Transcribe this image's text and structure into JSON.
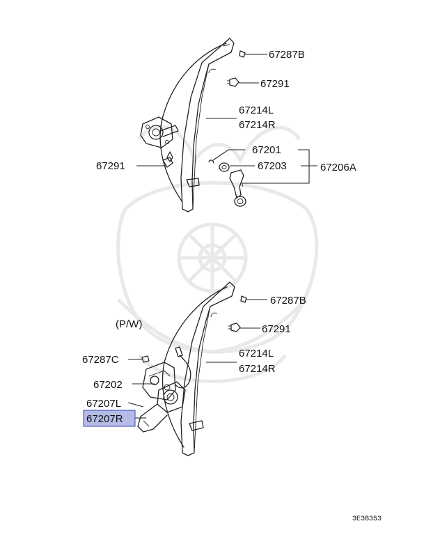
{
  "parts": {
    "p67287B_top": "67287B",
    "p67291_top": "67291",
    "p67214L_top": "67214L",
    "p67214R_top": "67214R",
    "p67201": "67201",
    "p67203": "67203",
    "p67206A": "67206A",
    "p67291_left": "67291",
    "pw_label": "(P/W)",
    "p67287B_bottom": "67287B",
    "p67291_bottom": "67291",
    "p67287C": "67287C",
    "p67214L_bottom": "67214L",
    "p67214R_bottom": "67214R",
    "p67202": "67202",
    "p67207L": "67207L",
    "p67207R": "67207R"
  },
  "diagram_code": "3E3B353",
  "highlight_color": "#b3bbe6"
}
